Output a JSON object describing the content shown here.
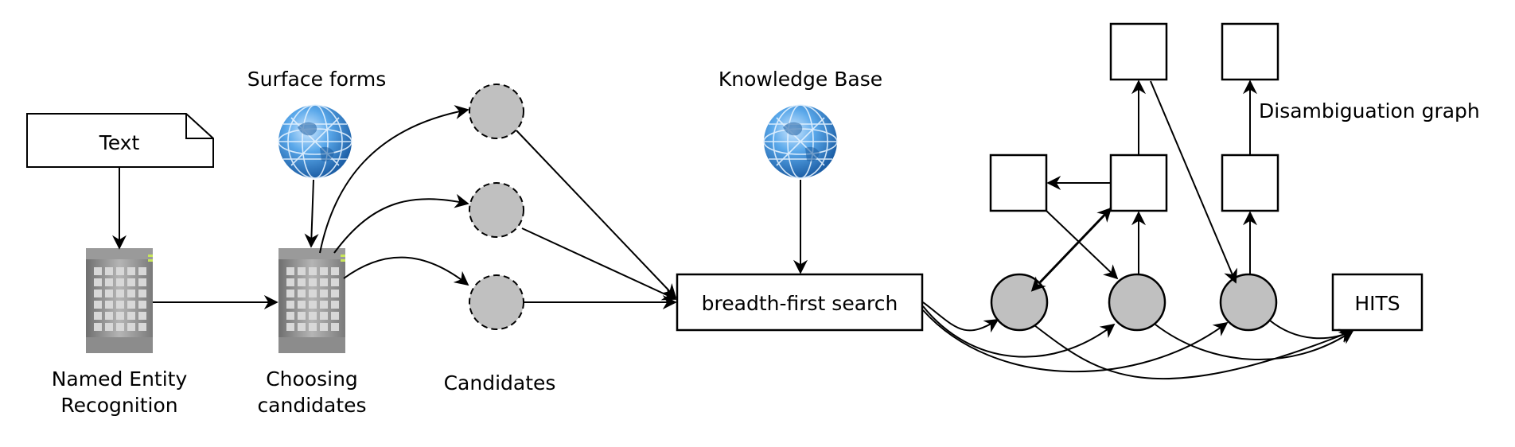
{
  "labels": {
    "text_doc": "Text",
    "ner_line1": "Named Entity",
    "ner_line2": "Recognition",
    "surface_forms": "Surface forms",
    "choosing_line1": "Choosing",
    "choosing_line2": "candidates",
    "candidates": "Candidates",
    "knowledge_base": "Knowledge Base",
    "bfs": "breadth-first search",
    "disambiguation_graph": "Disambiguation graph",
    "hits": "HITS"
  },
  "colors": {
    "node_fill": "#c0c0c0",
    "stroke": "#000000",
    "globe": "#3b8fd8",
    "server": "#8a8a8a"
  },
  "icons": [
    "document-icon",
    "server-icon",
    "globe-icon"
  ]
}
